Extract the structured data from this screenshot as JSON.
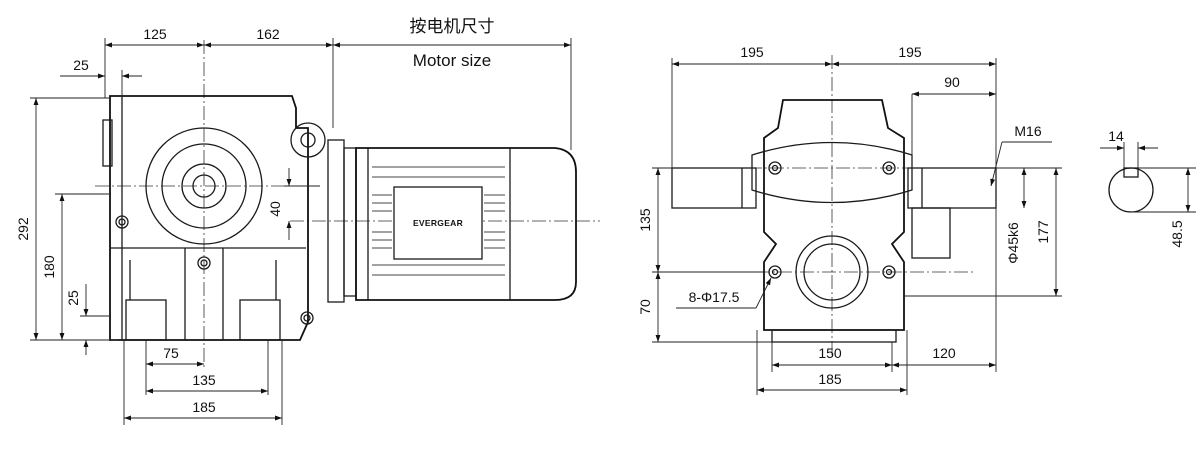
{
  "motor_note": {
    "cn": "按电机尺寸",
    "en": "Motor size"
  },
  "brand": "EVERGEAR",
  "side_view": {
    "top": [
      "125",
      "162"
    ],
    "small_top": "25",
    "left": [
      "292",
      "180",
      "25"
    ],
    "shaft_center": "40",
    "bottom": [
      "75",
      "135",
      "185"
    ]
  },
  "front_view": {
    "top": [
      "195",
      "195"
    ],
    "shaft": "90",
    "thread": "M16",
    "left": [
      "135",
      "70"
    ],
    "holes": "8-Φ17.5",
    "shaft_dia": "Φ45k6",
    "right": "177",
    "bottom": [
      "150",
      "185",
      "120"
    ]
  },
  "key_view": {
    "width": "14",
    "height": "48.5"
  }
}
